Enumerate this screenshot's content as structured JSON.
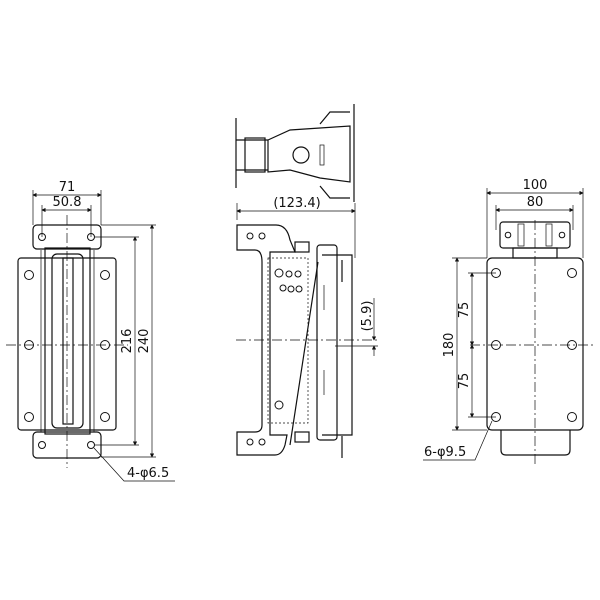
{
  "front_view": {
    "dim_width_outer": "71",
    "dim_width_holes": "50.8",
    "dim_height_holes": "216",
    "dim_height_outer": "240",
    "hole_callout": "4-φ6.5"
  },
  "side_view": {
    "dim_depth": "(123.4)",
    "dim_offset": "(5.9)"
  },
  "rear_view": {
    "dim_width_outer": "100",
    "dim_width_inner": "80",
    "dim_height": "180",
    "dim_pitch_upper": "75",
    "dim_pitch_lower": "75",
    "hole_callout": "6-φ9.5"
  }
}
